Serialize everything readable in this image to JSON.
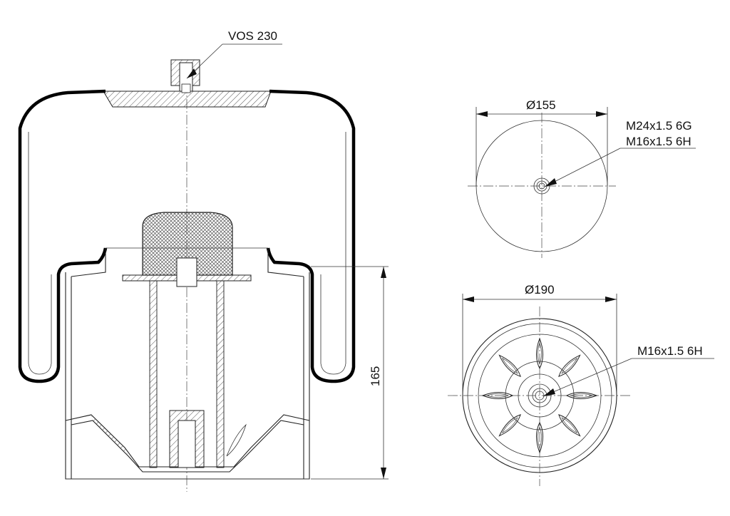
{
  "labels": {
    "valve": "VOS 230",
    "top_diameter": "Ø155",
    "top_thread_1": "M24x1.5 6G",
    "top_thread_2": "M16x1.5 6H",
    "bottom_diameter": "Ø190",
    "bottom_thread": "M16x1.5 6H",
    "height": "165"
  }
}
